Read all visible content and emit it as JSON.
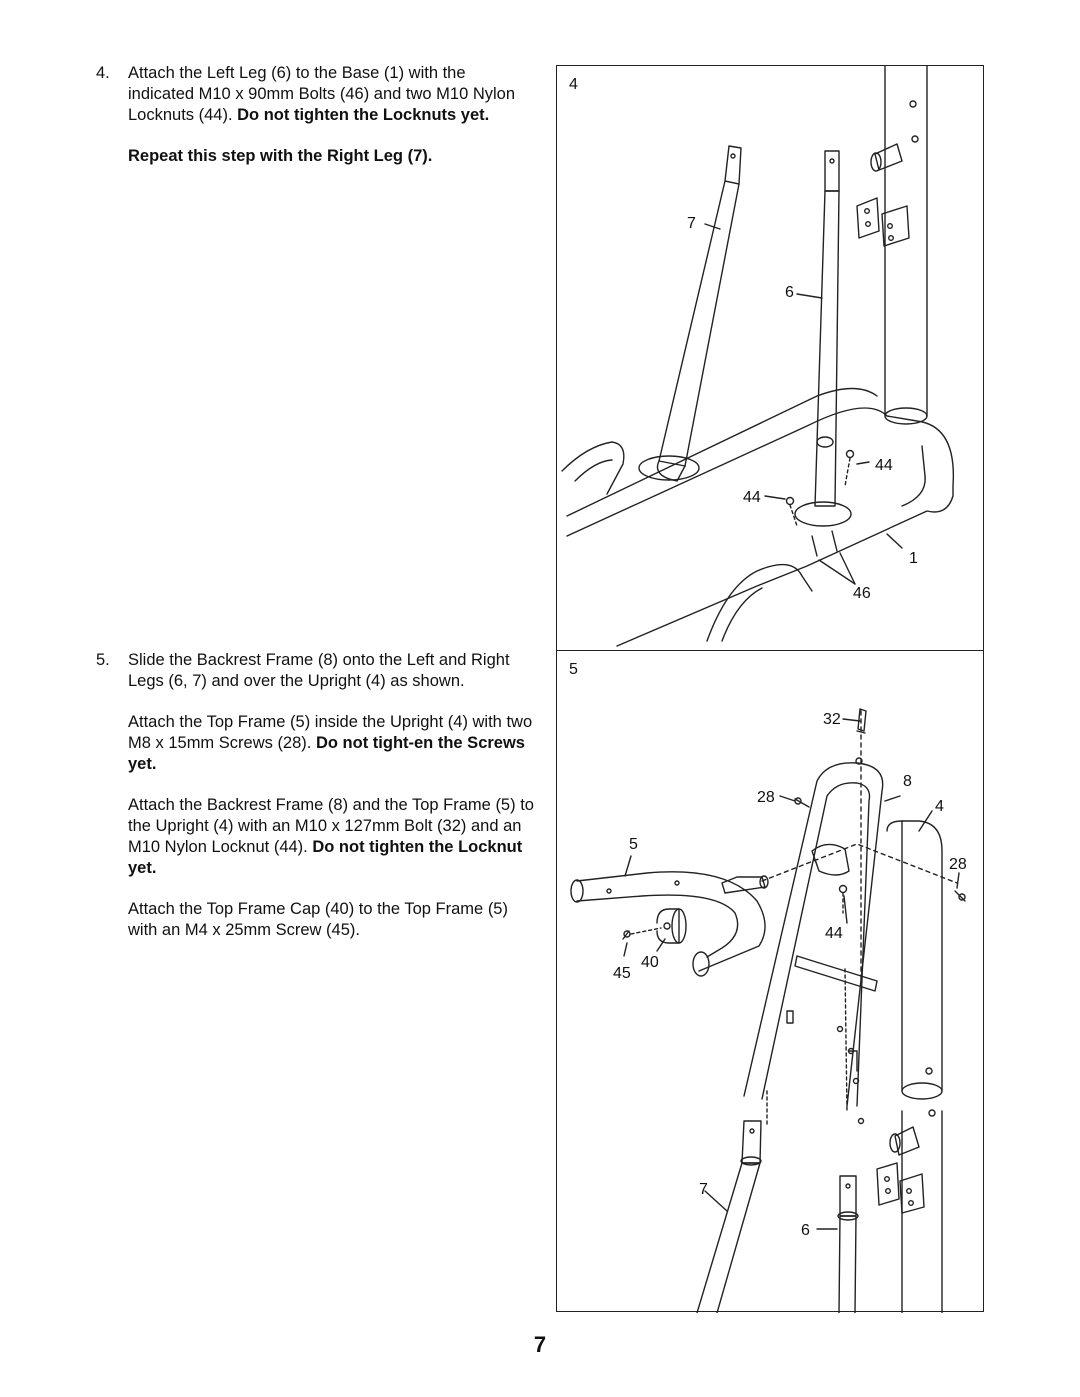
{
  "step4": {
    "number": "4.",
    "text_a": "Attach the Left Leg (6) to the Base (1) with the indicated M10 x 90mm Bolts (46) and two M10 Nylon Locknuts (44). ",
    "text_bold": "Do not tighten the Locknuts yet.",
    "repeat": "Repeat this step with the Right Leg (7)."
  },
  "step5": {
    "number": "5.",
    "p1": "Slide the Backrest Frame (8) onto the Left and Right Legs (6, 7) and over the Upright (4) as shown.",
    "p2_a": "Attach the Top Frame (5) inside the Upright (4) with two M8 x 15mm Screws (28). ",
    "p2_bold": "Do not tight-en the Screws yet.",
    "p3_a": "Attach the Backrest Frame (8) and the Top Frame (5) to the Upright (4) with an M10 x 127mm Bolt (32) and an M10 Nylon Locknut (44). ",
    "p3_bold": "Do not tighten the Locknut yet.",
    "p4": "Attach the Top Frame Cap (40) to the Top Frame (5) with an M4 x 25mm Screw (45)."
  },
  "figure4": {
    "number": "4",
    "labels": {
      "right_leg": "7",
      "left_leg": "6",
      "locknut_right": "44",
      "locknut_left": "44",
      "base": "1",
      "bolts": "46"
    }
  },
  "figure5": {
    "number": "5",
    "labels": {
      "bolt": "32",
      "backrest": "8",
      "screw_left": "28",
      "upright": "4",
      "top_frame": "5",
      "screw_right": "28",
      "locknut": "44",
      "cap": "40",
      "cap_screw": "45",
      "right_leg": "7",
      "left_leg": "6"
    }
  },
  "page_number": "7"
}
